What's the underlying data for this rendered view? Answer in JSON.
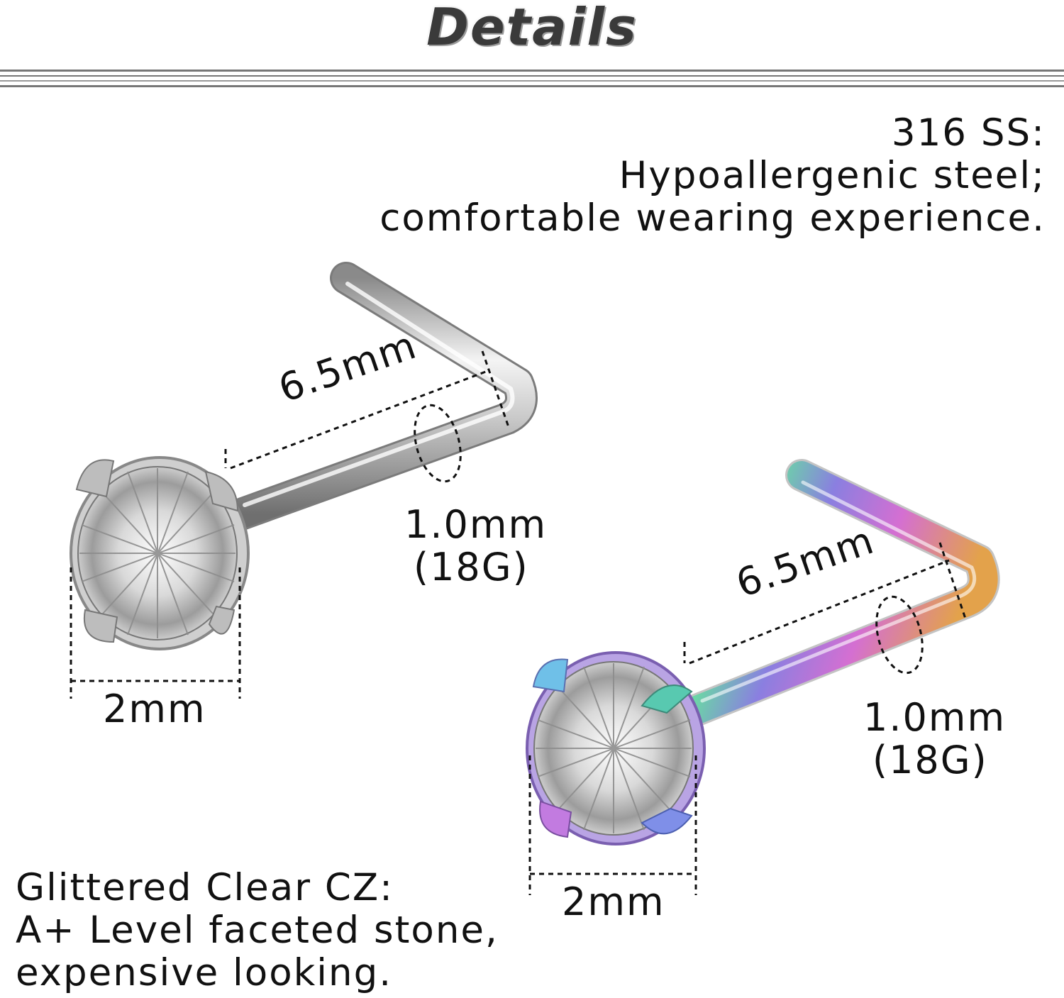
{
  "header": {
    "title": "Details"
  },
  "material": {
    "line1": "316 SS:",
    "line2": "Hypoallergenic steel;",
    "line3": "comfortable wearing experience."
  },
  "stone": {
    "line1": "Glittered Clear CZ:",
    "line2": "A+ Level faceted stone,",
    "line3": "expensive looking."
  },
  "silver_stud": {
    "bar_length": "6.5mm",
    "gauge_mm": "1.0mm",
    "gauge_g": "(18G)",
    "stone_size": "2mm"
  },
  "rainbow_stud": {
    "bar_length": "6.5mm",
    "gauge_mm": "1.0mm",
    "gauge_g": "(18G)",
    "stone_size": "2mm"
  }
}
